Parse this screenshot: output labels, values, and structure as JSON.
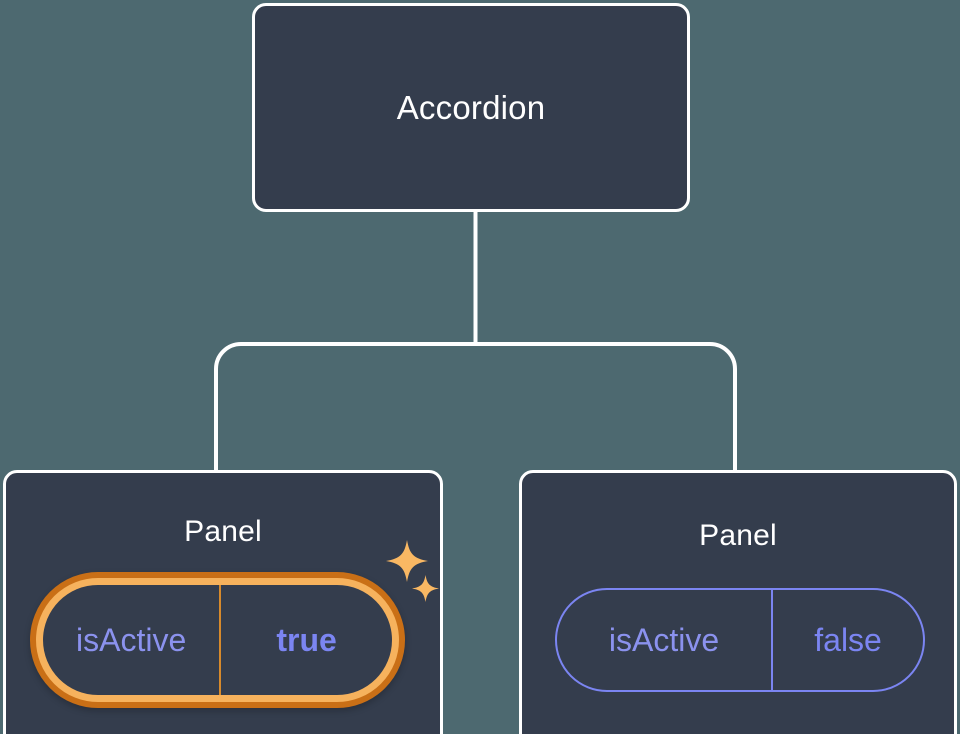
{
  "canvas": {
    "background_color": "#4d6970",
    "node_fill_color": "#343d4d",
    "node_border_color": "#ffffff",
    "connector_color": "#ffffff",
    "accent_highlight_color": "#f6b25d",
    "accent_highlight_outer_color": "#c96f16",
    "prop_text_color": "#7b85f2"
  },
  "tree": {
    "root": {
      "title": "Accordion"
    },
    "children": [
      {
        "title": "Panel",
        "highlighted": true,
        "prop": {
          "key": "isActive",
          "value": "true"
        },
        "sparkles": [
          {
            "name": "sparkle-large"
          },
          {
            "name": "sparkle-small"
          }
        ]
      },
      {
        "title": "Panel",
        "highlighted": false,
        "prop": {
          "key": "isActive",
          "value": "false"
        }
      }
    ]
  }
}
